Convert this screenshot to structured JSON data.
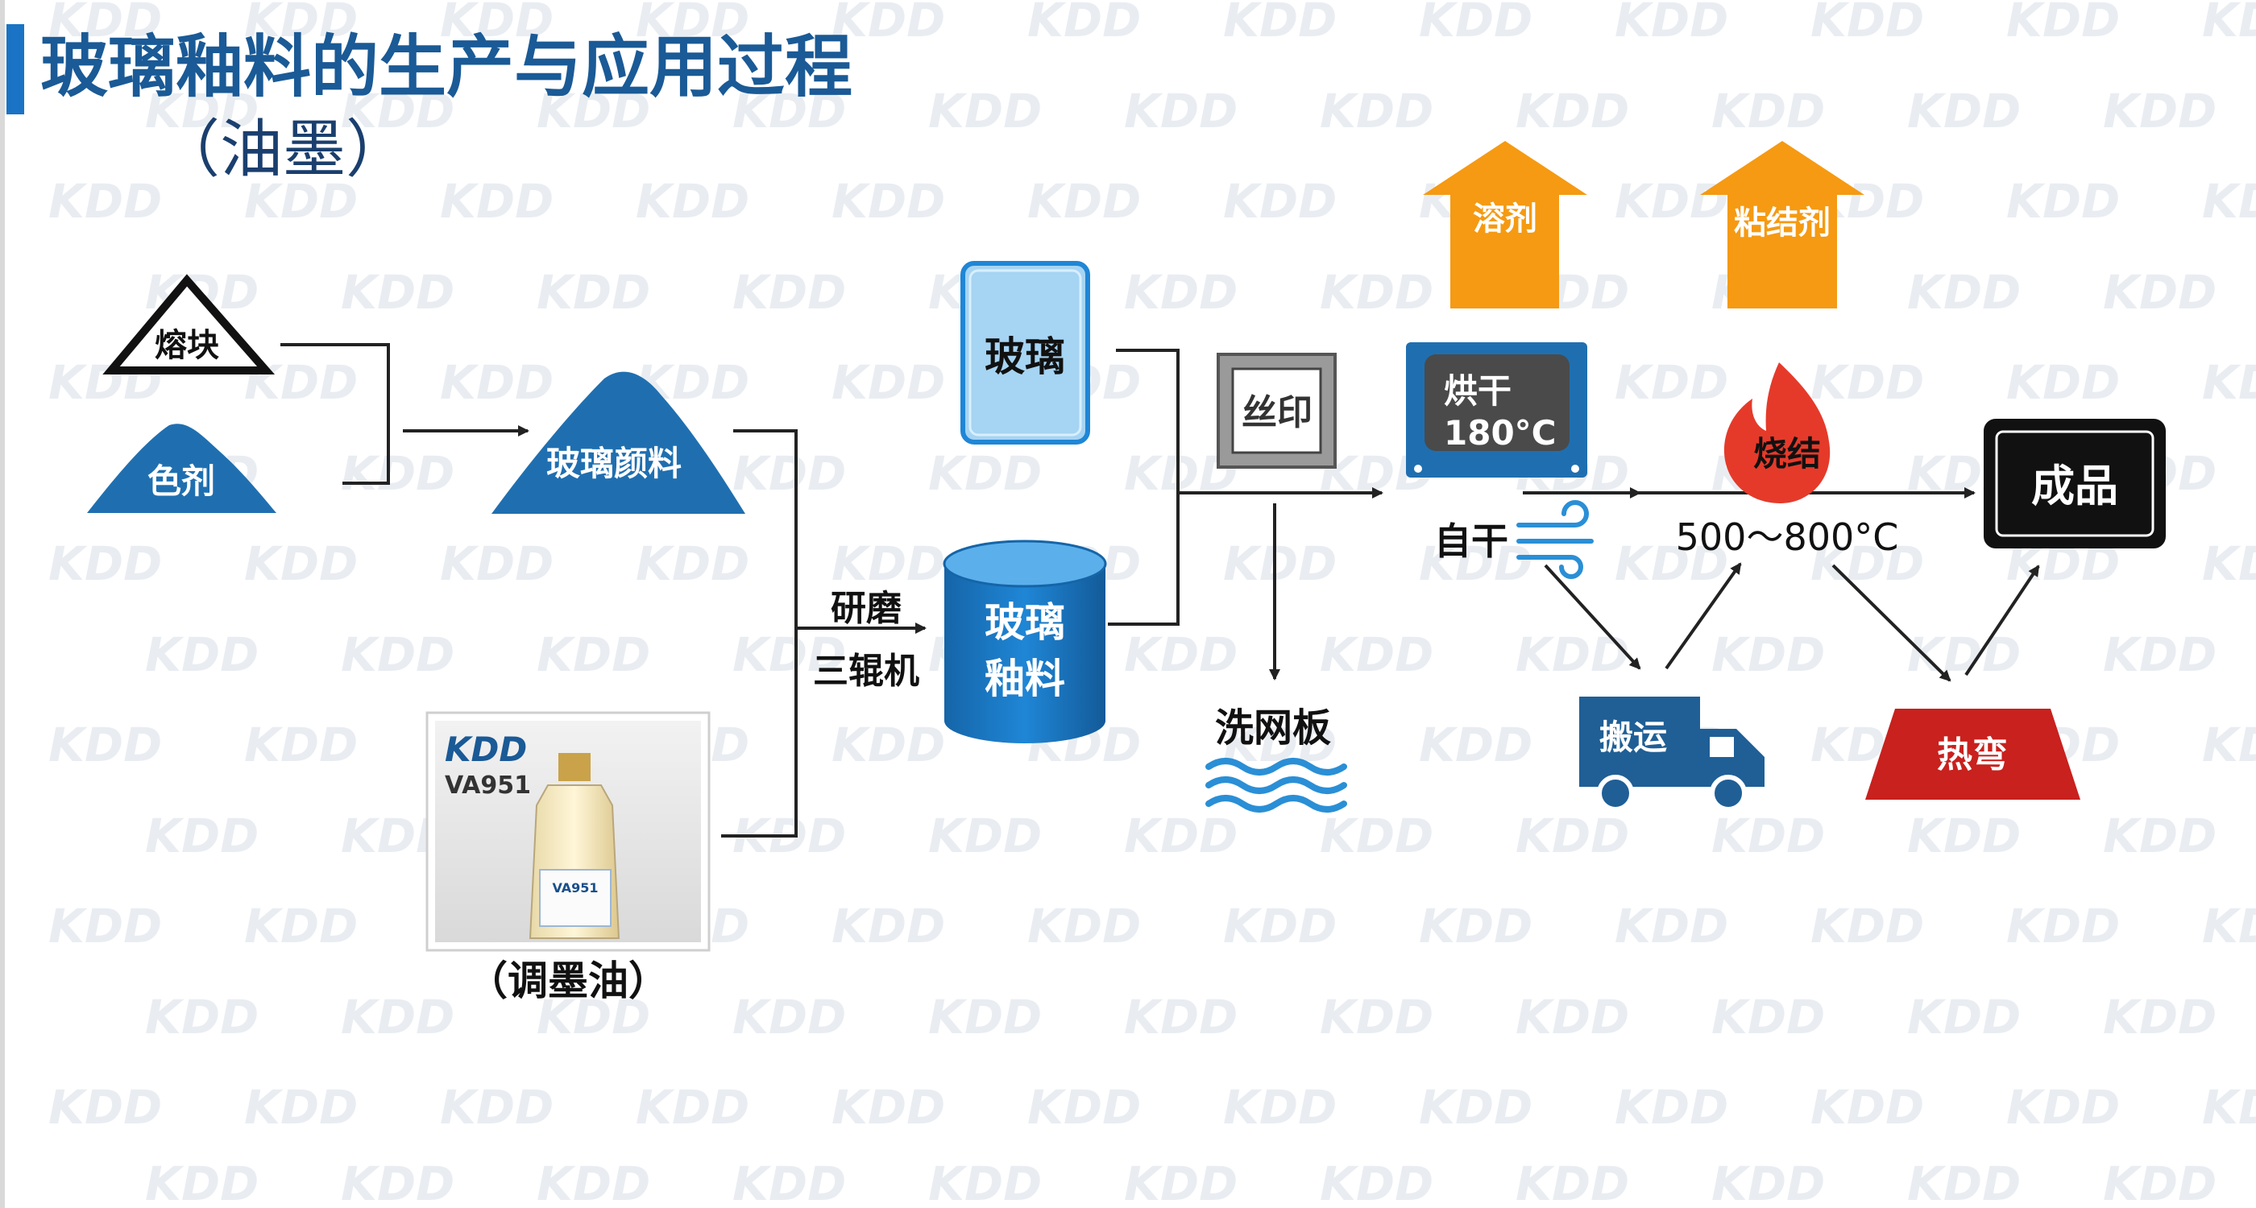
{
  "title": "玻璃釉料的生产与应用过程",
  "subtitle": "（油墨）",
  "watermark": "KDD",
  "colors": {
    "accent_blue": "#1a73c4",
    "pigment_blue": "#1f6fb0",
    "glass_light": "#a6d4f3",
    "orange": "#f59a12",
    "red": "#c8211e",
    "black": "#111111",
    "water_blue": "#2a8fd6"
  },
  "nodes": {
    "frit": "熔块",
    "colorant": "色剂",
    "glass_pigment": "玻璃颜料",
    "glass": "玻璃",
    "glass_glaze": "玻璃\n釉料",
    "grinding": "研磨",
    "three_roll": "三辊机",
    "screen_print": "丝印",
    "dry_oven": "烘干\n180°C",
    "self_dry": "自干",
    "solvent": "溶剂",
    "binder": "粘结剂",
    "sinter": "烧结",
    "temp_range": "500～800°C",
    "product": "成品",
    "wash_screen": "洗网板",
    "transport": "搬运",
    "hot_bend": "热弯",
    "ink_oil": "（调墨油）"
  },
  "bottle": {
    "brand": "KDD",
    "model": "VA951",
    "label_model": "VA951"
  },
  "icons": {
    "solvent_arrow": "up-arrow-icon",
    "binder_arrow": "up-arrow-icon",
    "oven": "oven-icon",
    "wind": "wind-icon",
    "fire": "fire-icon",
    "truck": "truck-icon",
    "water": "water-waves-icon"
  }
}
